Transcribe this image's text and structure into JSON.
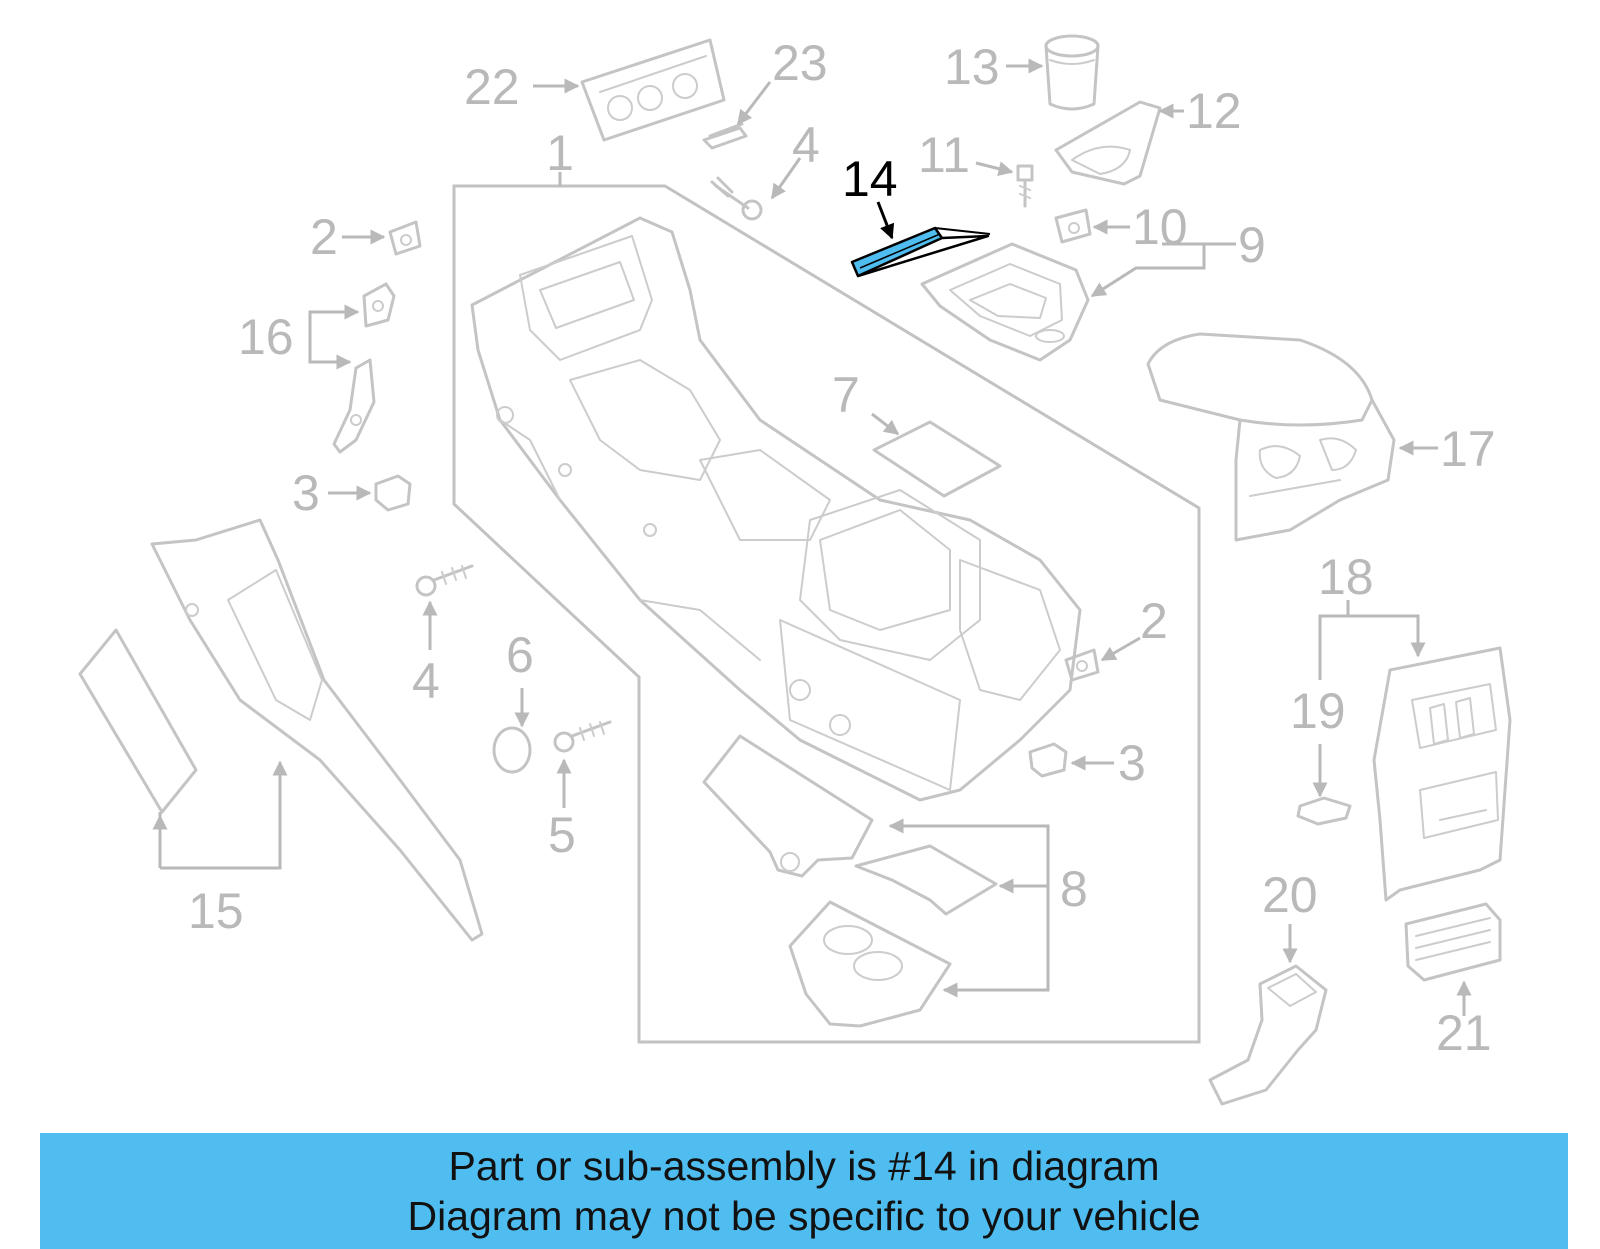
{
  "diagram": {
    "highlight_color": "#4fbdf0",
    "highlighted_part": "14",
    "callouts": {
      "c1": "1",
      "c2a": "2",
      "c2b": "2",
      "c3a": "3",
      "c3b": "3",
      "c4a": "4",
      "c4b": "4",
      "c5": "5",
      "c6": "6",
      "c7": "7",
      "c8": "8",
      "c9": "9",
      "c10": "10",
      "c11": "11",
      "c12": "12",
      "c13": "13",
      "c14": "14",
      "c15": "15",
      "c16": "16",
      "c17": "17",
      "c18": "18",
      "c19": "19",
      "c20": "20",
      "c21": "21",
      "c22": "22",
      "c23": "23"
    }
  },
  "banner": {
    "color": "#4fbdf0",
    "line1": "Part or sub-assembly is #14 in diagram",
    "line2": "Diagram may not be specific to your vehicle"
  }
}
